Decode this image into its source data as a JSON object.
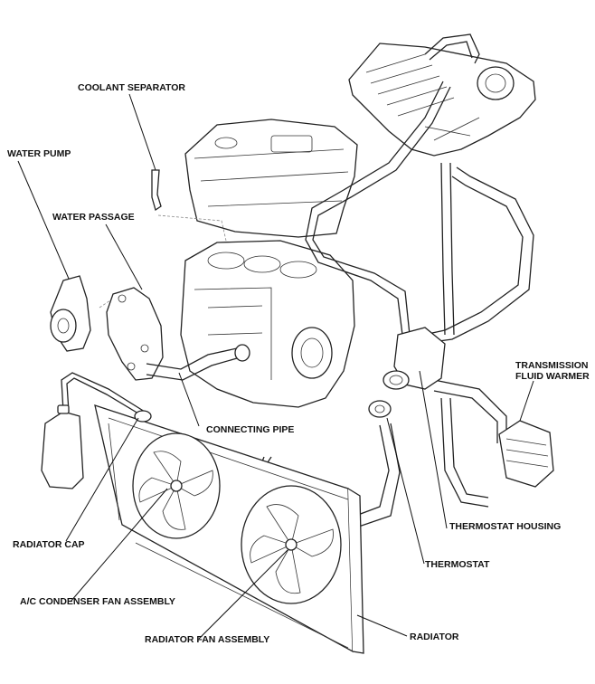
{
  "labels": {
    "coolant_separator": "COOLANT SEPARATOR",
    "water_pump": "WATER PUMP",
    "water_passage": "WATER PASSAGE",
    "connecting_pipe": "CONNECTING PIPE",
    "transmission_fluid_warmer_line1": "TRANSMISSION",
    "transmission_fluid_warmer_line2": "FLUID WARMER",
    "radiator_cap": "RADIATOR CAP",
    "thermostat_housing": "THERMOSTAT HOUSING",
    "thermostat": "THERMOSTAT",
    "ac_condenser_fan_assembly": "A/C CONDENSER FAN ASSEMBLY",
    "radiator_fan_assembly": "RADIATOR FAN ASSEMBLY",
    "radiator": "RADIATOR"
  }
}
